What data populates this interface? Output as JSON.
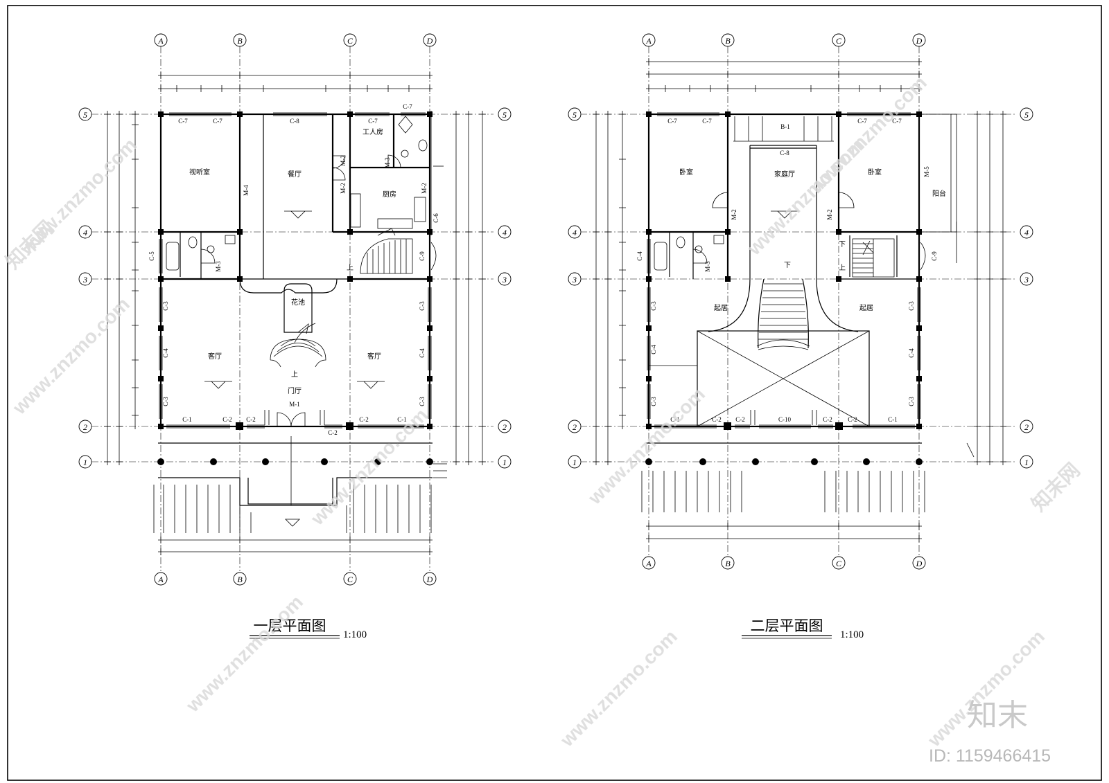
{
  "plan1": {
    "title": "一层平面图",
    "scale": "1:100",
    "axes_letters": [
      "A",
      "B",
      "C",
      "D"
    ],
    "axes_numbers": [
      "1",
      "2",
      "3",
      "4",
      "5"
    ],
    "rooms": {
      "av_room": "视听室",
      "dining": "餐厅",
      "worker_room": "工人房",
      "kitchen": "厨房",
      "living_left": "客厅",
      "living_right": "客厅",
      "flower_pool": "花池",
      "foyer": "门厅",
      "stair_up": "上",
      "stair_up2": "上"
    },
    "labels": {
      "c7a": "C-7",
      "c7b": "C-7",
      "c8": "C-8",
      "c7c": "C-7",
      "c7d": "C-7",
      "m4": "M-4",
      "m2a": "M-2",
      "m2b": "M-2",
      "m2c": "M-2",
      "m3a": "M-3",
      "m3b": "M-3",
      "c5": "C-5",
      "c6": "C-6",
      "c9": "C-9",
      "c3a": "C-3",
      "c4a": "C-4",
      "c3b": "C-3",
      "c3c": "C-3",
      "c4b": "C-4",
      "c3d": "C-3",
      "c1a": "C-1",
      "c2a": "C-2",
      "c2b": "C-2",
      "m1": "M-1",
      "c2c": "C-2",
      "c1b": "C-1",
      "c2d": "C-2"
    }
  },
  "plan2": {
    "title": "二层平面图",
    "scale": "1:100",
    "axes_letters": [
      "A",
      "B",
      "C",
      "D"
    ],
    "axes_numbers": [
      "1",
      "2",
      "3",
      "4",
      "5"
    ],
    "rooms": {
      "bedroom_left": "卧室",
      "family_hall": "家庭厅",
      "bedroom_right": "卧室",
      "balcony": "阳台",
      "sitting_left": "起居",
      "sitting_right": "起居",
      "down1": "下",
      "down2": "下",
      "up": "上"
    },
    "labels": {
      "c7a": "C-7",
      "c7b": "C-7",
      "b1": "B-1",
      "c8": "C-8",
      "c7c": "C-7",
      "c7d": "C-7",
      "m5": "M-5",
      "m2a": "M-2",
      "m2b": "M-2",
      "m3": "M-3",
      "c4a": "C-4",
      "c9": "C-9",
      "c3a": "C-3",
      "c4b": "C-4",
      "c3b": "C-3",
      "c3c": "C-3",
      "c4c": "C-4",
      "c3d": "C-3",
      "c1a": "C-1",
      "c2a": "C-2",
      "c2b": "C-2",
      "c10": "C-10",
      "c2c": "C-2",
      "c2d": "C-2",
      "c1b": "C-1"
    }
  },
  "watermark": {
    "site": "www.znzmo.com",
    "brand_small": "知末网",
    "brand": "知末",
    "id": "ID: 1159466415"
  }
}
